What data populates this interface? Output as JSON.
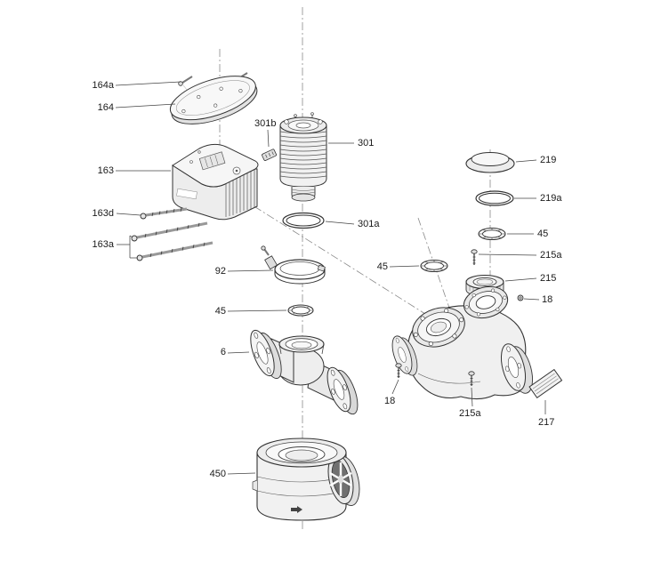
{
  "colors": {
    "background": "#ffffff",
    "line": "#333333",
    "centerline": "#8a8a8a",
    "label_text": "#1a1a1a"
  },
  "callouts": [
    {
      "id": "164a",
      "label": "164a"
    },
    {
      "id": "164",
      "label": "164"
    },
    {
      "id": "163",
      "label": "163"
    },
    {
      "id": "163d",
      "label": "163d"
    },
    {
      "id": "163a",
      "label": "163a"
    },
    {
      "id": "301b",
      "label": "301b"
    },
    {
      "id": "301",
      "label": "301"
    },
    {
      "id": "301a",
      "label": "301a"
    },
    {
      "id": "92",
      "label": "92"
    },
    {
      "id": "45-left",
      "label": "45"
    },
    {
      "id": "6",
      "label": "6"
    },
    {
      "id": "450",
      "label": "450"
    },
    {
      "id": "219",
      "label": "219"
    },
    {
      "id": "219a",
      "label": "219a"
    },
    {
      "id": "45-right",
      "label": "45"
    },
    {
      "id": "215a-right",
      "label": "215a"
    },
    {
      "id": "215",
      "label": "215"
    },
    {
      "id": "18-right",
      "label": "18"
    },
    {
      "id": "45-mid",
      "label": "45"
    },
    {
      "id": "18-bottom",
      "label": "18"
    },
    {
      "id": "215a-bottom",
      "label": "215a"
    },
    {
      "id": "217",
      "label": "217"
    }
  ]
}
